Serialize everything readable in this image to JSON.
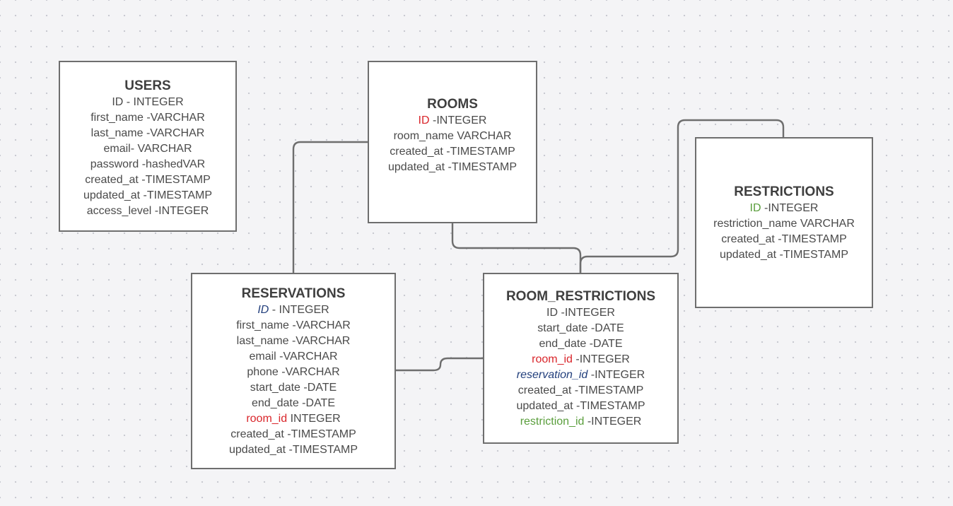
{
  "diagram": {
    "entities": {
      "users": {
        "title": "USERS",
        "fields": [
          {
            "name": "ID",
            "type": " - INTEGER",
            "color": "default"
          },
          {
            "name": "first_name",
            "type": " -VARCHAR",
            "color": "default"
          },
          {
            "name": "last_name",
            "type": " -VARCHAR",
            "color": "default"
          },
          {
            "name": "email-",
            "type": " VARCHAR",
            "color": "default"
          },
          {
            "name": "password",
            "type": " -hashedVAR",
            "color": "default"
          },
          {
            "name": "created_at",
            "type": " -TIMESTAMP",
            "color": "default"
          },
          {
            "name": "updated_at",
            "type": " -TIMESTAMP",
            "color": "default"
          },
          {
            "name": "access_level",
            "type": " -INTEGER",
            "color": "default"
          }
        ]
      },
      "rooms": {
        "title": "ROOMS",
        "fields": [
          {
            "name": "ID",
            "type": " -INTEGER",
            "color": "red"
          },
          {
            "name": "room_name",
            "type": " VARCHAR",
            "color": "default"
          },
          {
            "name": "created_at",
            "type": " -TIMESTAMP",
            "color": "default"
          },
          {
            "name": "updated_at",
            "type": " -TIMESTAMP",
            "color": "default"
          }
        ]
      },
      "restrictions": {
        "title": "RESTRICTIONS",
        "fields": [
          {
            "name": "ID",
            "type": " -INTEGER",
            "color": "green"
          },
          {
            "name": "restriction_name",
            "type": " VARCHAR",
            "color": "default"
          },
          {
            "name": "created_at",
            "type": " -TIMESTAMP",
            "color": "default"
          },
          {
            "name": "updated_at",
            "type": " -TIMESTAMP",
            "color": "default"
          }
        ]
      },
      "reservations": {
        "title": "RESERVATIONS",
        "fields": [
          {
            "name": "ID",
            "type": " - INTEGER",
            "color": "navy"
          },
          {
            "name": "first_name",
            "type": " -VARCHAR",
            "color": "default"
          },
          {
            "name": "last_name",
            "type": " -VARCHAR",
            "color": "default"
          },
          {
            "name": "email",
            "type": " -VARCHAR",
            "color": "default"
          },
          {
            "name": "phone",
            "type": " -VARCHAR",
            "color": "default"
          },
          {
            "name": "start_date",
            "type": " -DATE",
            "color": "default"
          },
          {
            "name": "end_date",
            "type": " -DATE",
            "color": "default"
          },
          {
            "name": "room_id",
            "type": " INTEGER",
            "color": "red"
          },
          {
            "name": "created_at",
            "type": " -TIMESTAMP",
            "color": "default"
          },
          {
            "name": "updated_at",
            "type": " -TIMESTAMP",
            "color": "default"
          }
        ]
      },
      "room_restrictions": {
        "title": "ROOM_RESTRICTIONS",
        "fields": [
          {
            "name": "ID",
            "type": " -INTEGER",
            "color": "default"
          },
          {
            "name": "start_date",
            "type": " -DATE",
            "color": "default"
          },
          {
            "name": "end_date",
            "type": " -DATE",
            "color": "default"
          },
          {
            "name": "room_id",
            "type": " -INTEGER",
            "color": "red"
          },
          {
            "name": "reservation_id",
            "type": " -INTEGER",
            "color": "navy"
          },
          {
            "name": "created_at",
            "type": " -TIMESTAMP",
            "color": "default"
          },
          {
            "name": "updated_at",
            "type": " -TIMESTAMP",
            "color": "default"
          },
          {
            "name": "restriction_id",
            "type": " -INTEGER",
            "color": "green"
          }
        ]
      }
    },
    "colors": {
      "primary_key_red": "#d9262b",
      "foreign_key_green": "#5a9e3c",
      "foreign_key_navy": "#223f7c",
      "border": "#6e6e6e",
      "connector": "#6e6e6e"
    }
  }
}
